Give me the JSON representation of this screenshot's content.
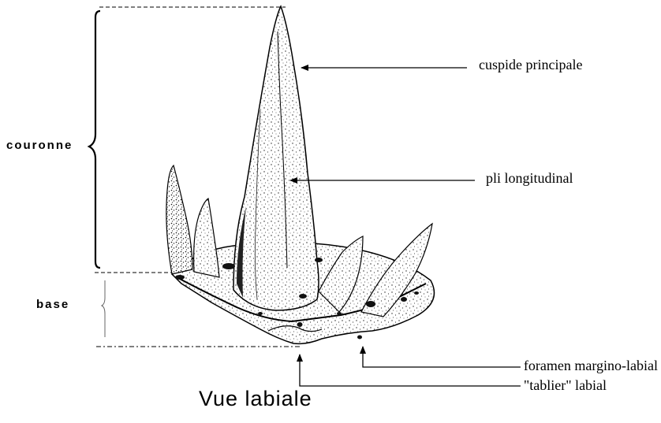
{
  "region_labels": {
    "crown": "couronne",
    "base": "base"
  },
  "annotations": {
    "main_cusp": "cuspide principale",
    "longitudinal_fold": "pli longitudinal",
    "foramen": "foramen margino-labial",
    "apron": "\"tablier\" labial"
  },
  "view_title": "Vue labiale",
  "colors": {
    "ink": "#000000",
    "background": "#ffffff"
  }
}
